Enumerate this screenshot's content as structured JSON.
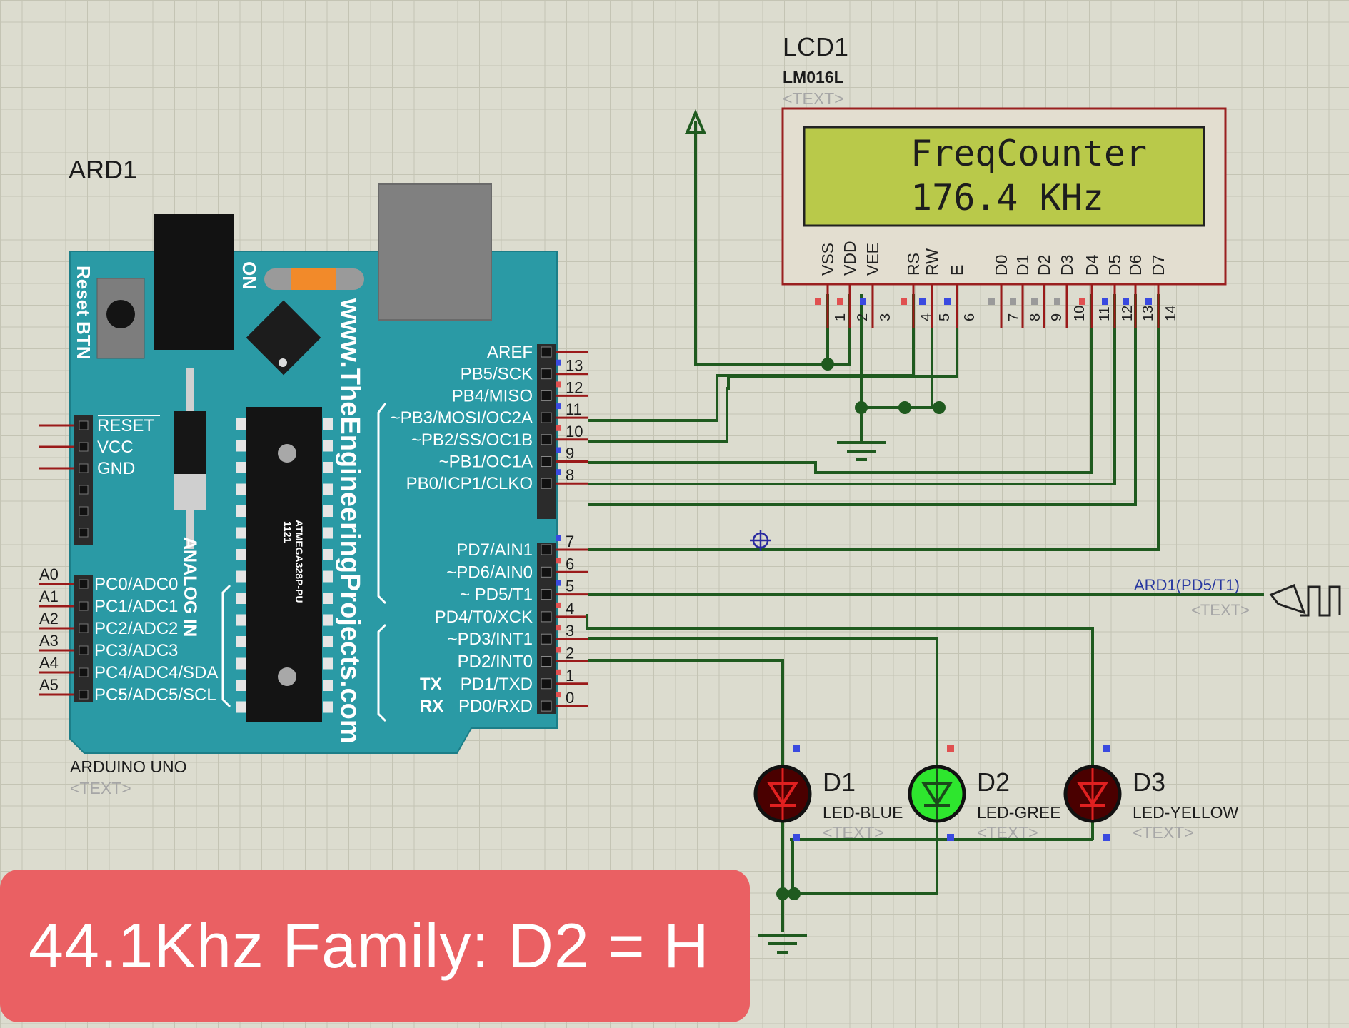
{
  "arduino": {
    "ref": "ARD1",
    "type": "ARDUINO UNO",
    "text_placeholder": "<TEXT>",
    "reset_btn_label": "Reset BTN",
    "on_label": "ON",
    "website": "www.TheEngineeringProjects.com",
    "analog_label": "ANALOG IN",
    "chip_label": "ATMEGA328P-PU",
    "chip_code": "1121",
    "power_pins": [
      "RESET",
      "VCC",
      "GND"
    ],
    "analog_pins": [
      {
        "a": "A0",
        "name": "PC0/ADC0"
      },
      {
        "a": "A1",
        "name": "PC1/ADC1"
      },
      {
        "a": "A2",
        "name": "PC2/ADC2"
      },
      {
        "a": "A3",
        "name": "PC3/ADC3"
      },
      {
        "a": "A4",
        "name": "PC4/ADC4/SDA"
      },
      {
        "a": "A5",
        "name": "PC5/ADC5/SCL"
      }
    ],
    "portb_pins": [
      {
        "name": "AREF",
        "num": ""
      },
      {
        "name": "PB5/SCK",
        "num": "13"
      },
      {
        "name": "PB4/MISO",
        "num": "12"
      },
      {
        "name": "~PB3/MOSI/OC2A",
        "num": "11"
      },
      {
        "name": "~PB2/SS/OC1B",
        "num": "10"
      },
      {
        "name": "~PB1/OC1A",
        "num": "9"
      },
      {
        "name": "PB0/ICP1/CLKO",
        "num": "8"
      }
    ],
    "portd_pins": [
      {
        "name": "PD7/AIN1",
        "num": "7"
      },
      {
        "name": "~PD6/AIN0",
        "num": "6"
      },
      {
        "name": "~ PD5/T1",
        "num": "5"
      },
      {
        "name": "PD4/T0/XCK",
        "num": "4"
      },
      {
        "name": "~PD3/INT1",
        "num": "3"
      },
      {
        "name": "PD2/INT0",
        "num": "2"
      },
      {
        "name": "PD1/TXD",
        "num": "1",
        "tag": "TX"
      },
      {
        "name": "PD0/RXD",
        "num": "0",
        "tag": "RX"
      }
    ]
  },
  "lcd": {
    "ref": "LCD1",
    "model": "LM016L",
    "text_placeholder": "<TEXT>",
    "line1": "FreqCounter",
    "line2": "176.4  KHz",
    "pins": [
      {
        "name": "VSS",
        "num": "1"
      },
      {
        "name": "VDD",
        "num": "2"
      },
      {
        "name": "VEE",
        "num": "3"
      },
      {
        "name": "RS",
        "num": "4"
      },
      {
        "name": "RW",
        "num": "5"
      },
      {
        "name": "E",
        "num": "6"
      },
      {
        "name": "D0",
        "num": "7"
      },
      {
        "name": "D1",
        "num": "8"
      },
      {
        "name": "D2",
        "num": "9"
      },
      {
        "name": "D3",
        "num": "10"
      },
      {
        "name": "D4",
        "num": "11"
      },
      {
        "name": "D5",
        "num": "12"
      },
      {
        "name": "D6",
        "num": "13"
      },
      {
        "name": "D7",
        "num": "14"
      }
    ]
  },
  "generator": {
    "label": "ARD1(PD5/T1)",
    "text_placeholder": "<TEXT>"
  },
  "leds": [
    {
      "ref": "D1",
      "type": "LED-BLUE",
      "text_placeholder": "<TEXT>",
      "state": "off"
    },
    {
      "ref": "D2",
      "type": "LED-GREE",
      "text_placeholder": "<TEXT>",
      "state": "on"
    },
    {
      "ref": "D3",
      "type": "LED-YELLOW",
      "text_placeholder": "<TEXT>",
      "state": "off"
    }
  ],
  "banner": {
    "text": "44.1Khz Family: D2 = H"
  },
  "colors": {
    "wire": "#1f5a1f",
    "board": "#2a9aa5",
    "lcd_screen": "#b9c94a",
    "led_off": "#4a0000",
    "led_on": "#2ee62e",
    "banner": "#ea6063",
    "pin_red": "#e05050",
    "pin_blue": "#3a4ae0"
  }
}
